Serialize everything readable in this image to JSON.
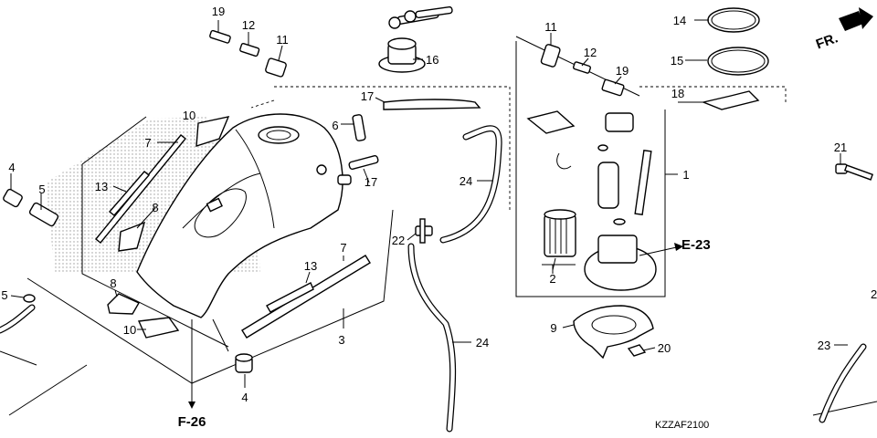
{
  "callouts": {
    "c19a": "19",
    "c12a": "12",
    "c11a": "11",
    "c16": "16",
    "c11b": "11",
    "c12b": "12",
    "c19b": "19",
    "c14": "14",
    "c15": "15",
    "c18": "18",
    "c17a": "17",
    "c6": "6",
    "c10a": "10",
    "c7a": "7",
    "c4a": "4",
    "c5a": "5",
    "c13a": "13",
    "c8a": "8",
    "c17b": "17",
    "c24a": "24",
    "c1": "1",
    "c21": "21",
    "c22": "22",
    "c2": "2",
    "c7b": "7",
    "c13b": "13",
    "c8b": "8",
    "c10b": "10",
    "c3": "3",
    "c5b": "5",
    "c4b": "4",
    "c9": "9",
    "c20": "20",
    "c24b": "24",
    "c23": "23",
    "c2edge": "2"
  },
  "section_refs": {
    "e23": "E-23",
    "f26": "F-26"
  },
  "direction_label": "FR.",
  "diagram_code": "KZZAF2100",
  "colors": {
    "line": "#000000",
    "background": "#ffffff",
    "stipple": "#b0b0b0"
  }
}
